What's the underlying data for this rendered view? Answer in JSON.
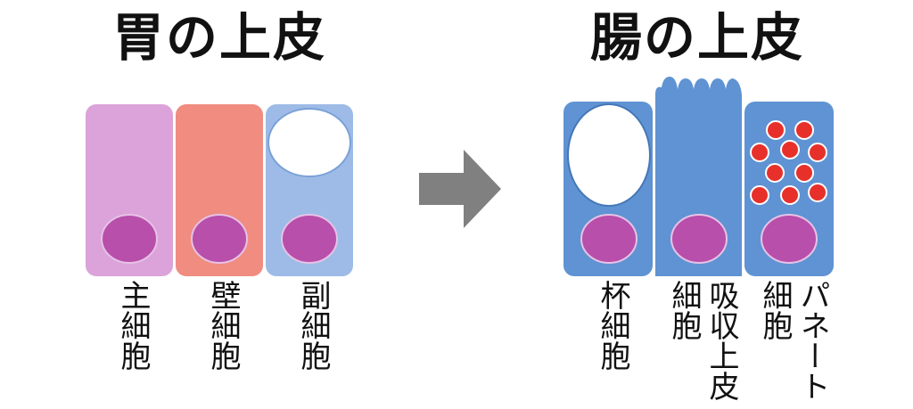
{
  "titles": {
    "stomach": "胃の上皮",
    "intestine": "腸の上皮"
  },
  "stomach_cells": [
    {
      "label": "主細胞",
      "color": "#dba3d9"
    },
    {
      "label": "壁細胞",
      "color": "#f08c80"
    },
    {
      "label": "副細胞",
      "color": "#9dbbe6"
    }
  ],
  "intestine_cells": [
    {
      "label": "杯細胞",
      "color": "#5f93d3"
    },
    {
      "label_line1": "吸収上皮",
      "label_line2": "細胞",
      "color": "#5f93d3"
    },
    {
      "label_line1": "パネート",
      "label_line2": "細胞",
      "color": "#5f93d3"
    }
  ],
  "colors": {
    "nucleus": "#b84faa",
    "nucleus_stroke": "#e7c2e6",
    "arrow": "#808080",
    "granule": "#e8302b",
    "mucus": "#ffffff"
  }
}
